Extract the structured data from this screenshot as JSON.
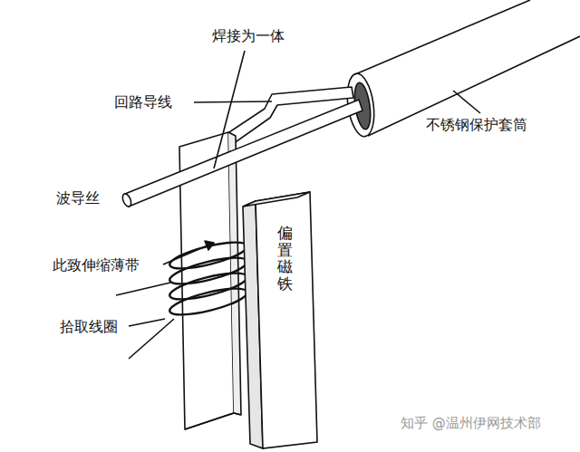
{
  "diagram": {
    "nodes": [
      {
        "text": [
          "偏置磁铁"
        ]
      }
    ],
    "labels": [
      "焊接为一体",
      "回路导线",
      "不锈钢保护套筒",
      "波导丝",
      "此致伸缩薄带",
      "拾取线圈",
      "知乎 @温州伊网技术部"
    ]
  }
}
